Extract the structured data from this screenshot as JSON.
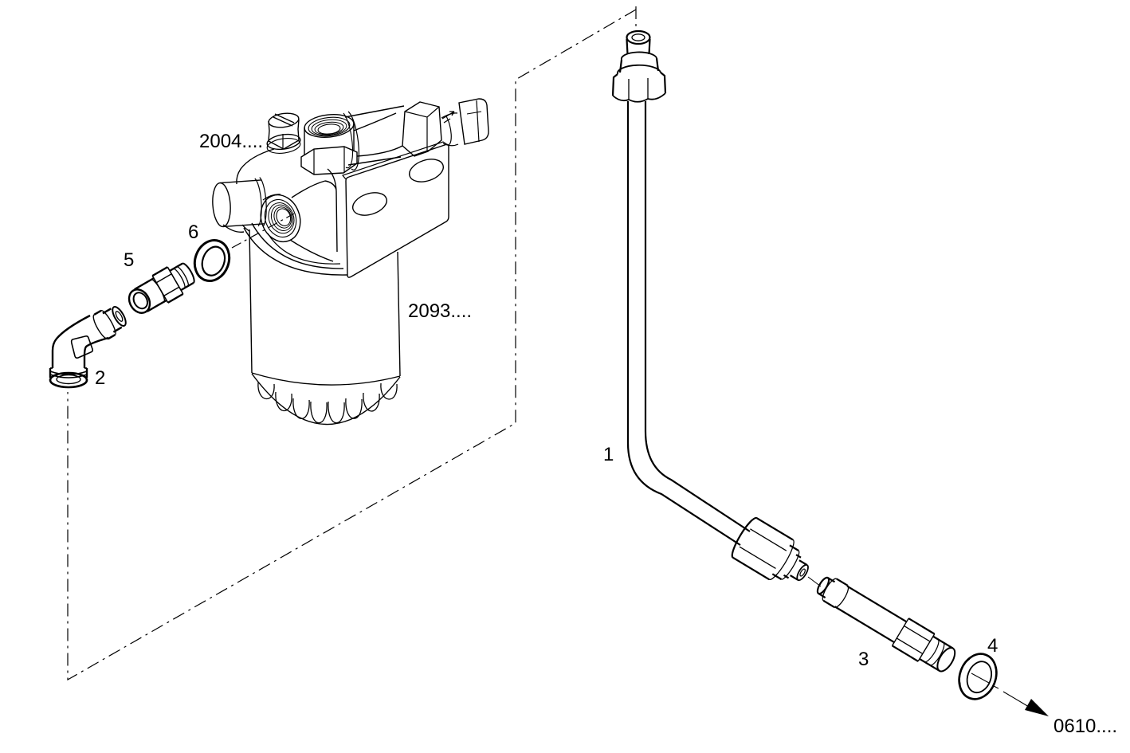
{
  "diagram": {
    "background_color": "#ffffff",
    "line_color": "#000000",
    "ref_labels": {
      "filter_head_ref": "2004....",
      "filter_cartridge_ref": "2093....",
      "continuation_ref": "0610...."
    },
    "callouts": {
      "item1": "1",
      "item2": "2",
      "item3": "3",
      "item4": "4",
      "item5": "5",
      "item6": "6"
    }
  }
}
